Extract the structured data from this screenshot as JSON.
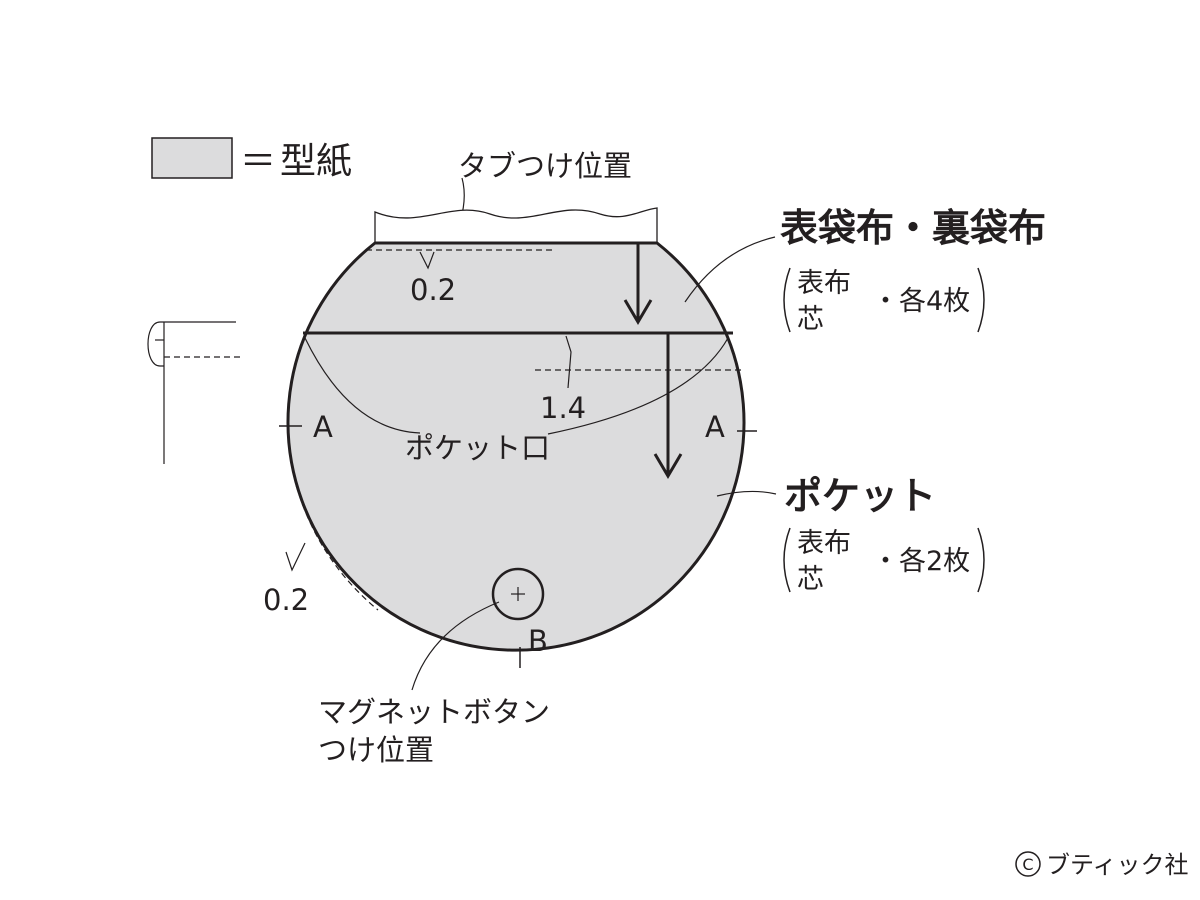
{
  "legend": {
    "equals": "＝",
    "text": "型紙"
  },
  "labels": {
    "tab_position": "タブつけ位置",
    "seam_top": "0.2",
    "seam_pocket": "1.4",
    "seam_lower": "0.2",
    "mark_a_left": "A",
    "mark_a_right": "A",
    "mark_b": "B",
    "pocket_opening": "ポケット口",
    "magnet_line1": "マグネットボタン",
    "magnet_line2": "つけ位置"
  },
  "parts": [
    {
      "title": "表袋布・裏袋布",
      "materials": [
        "表布",
        "芯"
      ],
      "count": "・各4枚"
    },
    {
      "title": "ポケット",
      "materials": [
        "表布",
        "芯"
      ],
      "count": "・各2枚"
    }
  ],
  "copyright": {
    "symbol": "C",
    "text": "ブティック社"
  },
  "colors": {
    "pattern_fill": "#dcdcdd",
    "line": "#231f20"
  }
}
